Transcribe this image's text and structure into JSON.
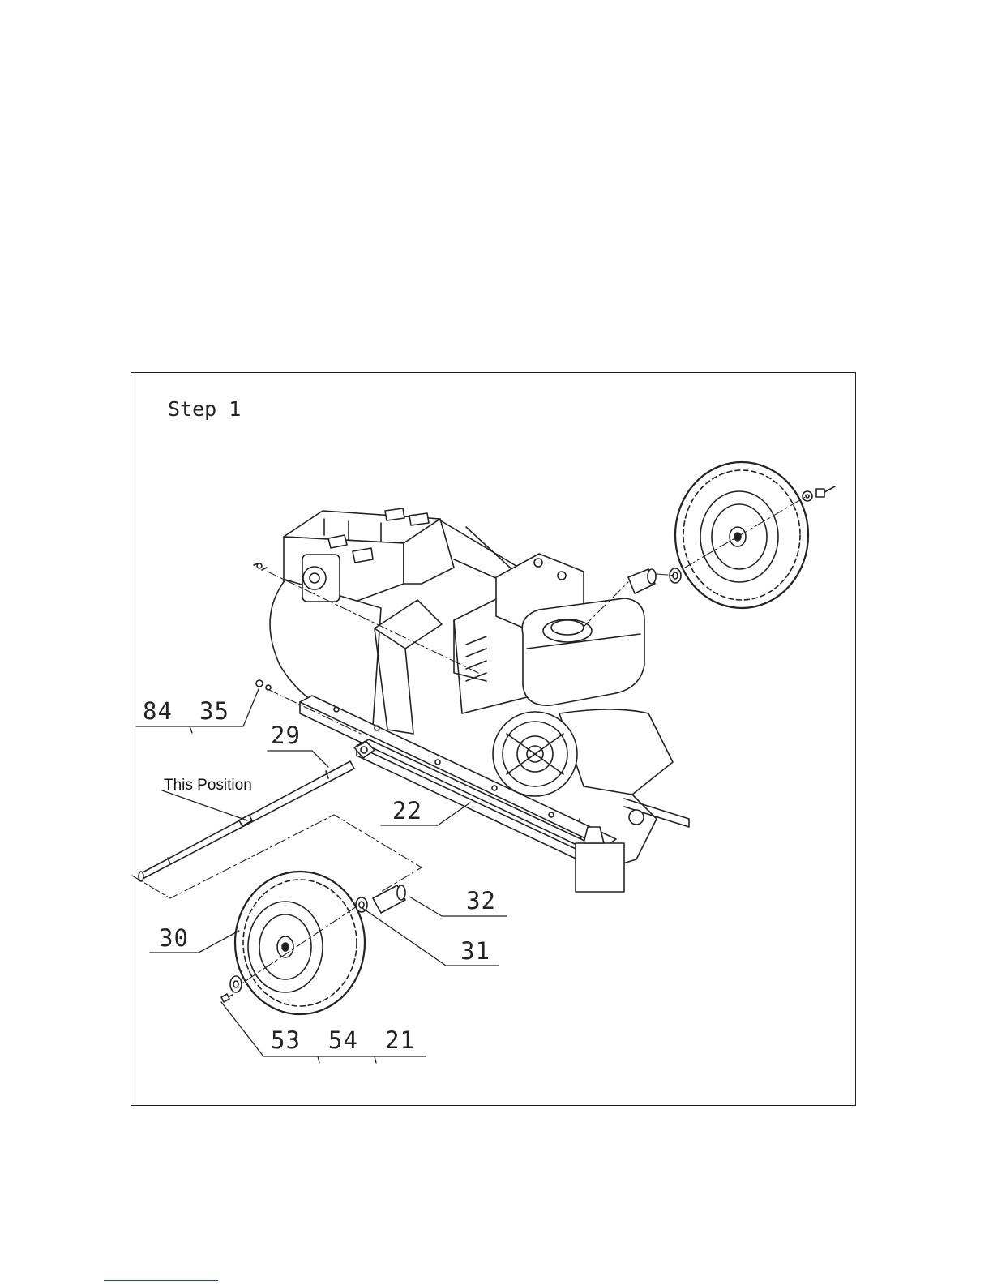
{
  "step_title": "Step 1",
  "position_label": "This Position",
  "callouts": {
    "c84": "84",
    "c35": "35",
    "c29": "29",
    "c22": "22",
    "c32": "32",
    "c30": "30",
    "c31": "31",
    "c53": "53",
    "c54": "54",
    "c21": "21"
  },
  "colors": {
    "ink": "#222222",
    "link_underline": "#1a3fd0"
  }
}
